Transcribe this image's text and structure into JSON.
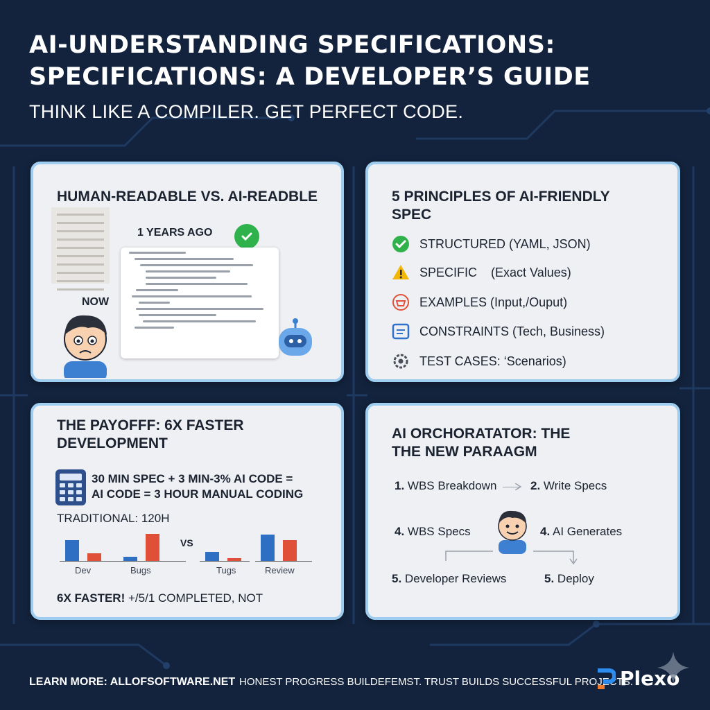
{
  "header": {
    "title_line1": "AI-UNDERSTANDING SPECIFICATIONS:",
    "title_line2": "SPECIFICATIONS: A DEVELOPER’S GUIDE",
    "subtitle": "THINK LIKE A COMPILER. GET PERFECT CODE."
  },
  "card1": {
    "title": "HUMAN-READABLE VS. AI-READBLE",
    "years_ago": "1 YEARS AGO",
    "now": "NOW"
  },
  "card2": {
    "title": "5 PRINCIPLES OF AI-FRIENDLY SPEC",
    "principles": [
      {
        "label": "STRUCTURED (YAML, JSON)",
        "icon": "check-icon",
        "color": "#2fb24c"
      },
      {
        "label": "SPECIFIC    (Exact Values)",
        "icon": "warning-icon",
        "color": "#f2b705"
      },
      {
        "label": "EXAMPLES (Input,/Ouput)",
        "icon": "basket-icon",
        "color": "#e0503a"
      },
      {
        "label": "CONSTRAINTS (Tech, Business)",
        "icon": "list-icon",
        "color": "#2e73c9"
      },
      {
        "label": "TEST CASES: ‘Scenarios)",
        "icon": "gear-icon",
        "color": "#4a4f59"
      }
    ]
  },
  "card3": {
    "title_line1": "THE PAYOFFF: 6X FASTER",
    "title_line2": "DEVELOPMENT",
    "formula_line1": "30 MIN SPEC + 3 MIN-3% AI CODE =",
    "formula_line2": "AI CODE = 3 HOUR MANUAL CODING",
    "traditional": "TRADITIONAL: 120H",
    "vs": "VS",
    "footer_bold": "6X FASTER!",
    "footer_rest": "+/5/1 COMPLETED, NOT",
    "chart_data": {
      "type": "bar",
      "categories": [
        "Dev",
        "Bugs",
        "Tugs",
        "Review"
      ],
      "series": [
        {
          "values": [
            33,
            7,
            14,
            42
          ],
          "color": "#2e6fc4"
        },
        {
          "values": [
            12,
            43,
            5,
            33
          ],
          "color": "#e05038"
        }
      ],
      "ylim": [
        0,
        50
      ]
    }
  },
  "card4": {
    "title_line1": "AI ORCHORATATOR: THE",
    "title_line2": "THE NEW PARAAGM",
    "steps": [
      {
        "num": "1.",
        "label": "WBS Breakdown"
      },
      {
        "num": "2.",
        "label": "Write Specs"
      },
      {
        "num": "4.",
        "label": "WBS Specs"
      },
      {
        "num": "4.",
        "label": "AI Generates"
      },
      {
        "num": "5.",
        "label": "Developer Reviews"
      },
      {
        "num": "5.",
        "label": "Deploy"
      }
    ]
  },
  "footer": {
    "learn_more": "LEARN MORE: ALLOFSOFTWARE.NET",
    "tagline": "HONEST PROGRESS BUILDEFEMST. TRUST BUILDS SUCCESSFUL PROJECTS.",
    "brand": "Plexo"
  },
  "colors": {
    "background": "#13233d",
    "card_border": "#9fcdf0",
    "card_bg": "#eef0f3",
    "blue_bar": "#2e6fc4",
    "red_bar": "#e05038"
  }
}
